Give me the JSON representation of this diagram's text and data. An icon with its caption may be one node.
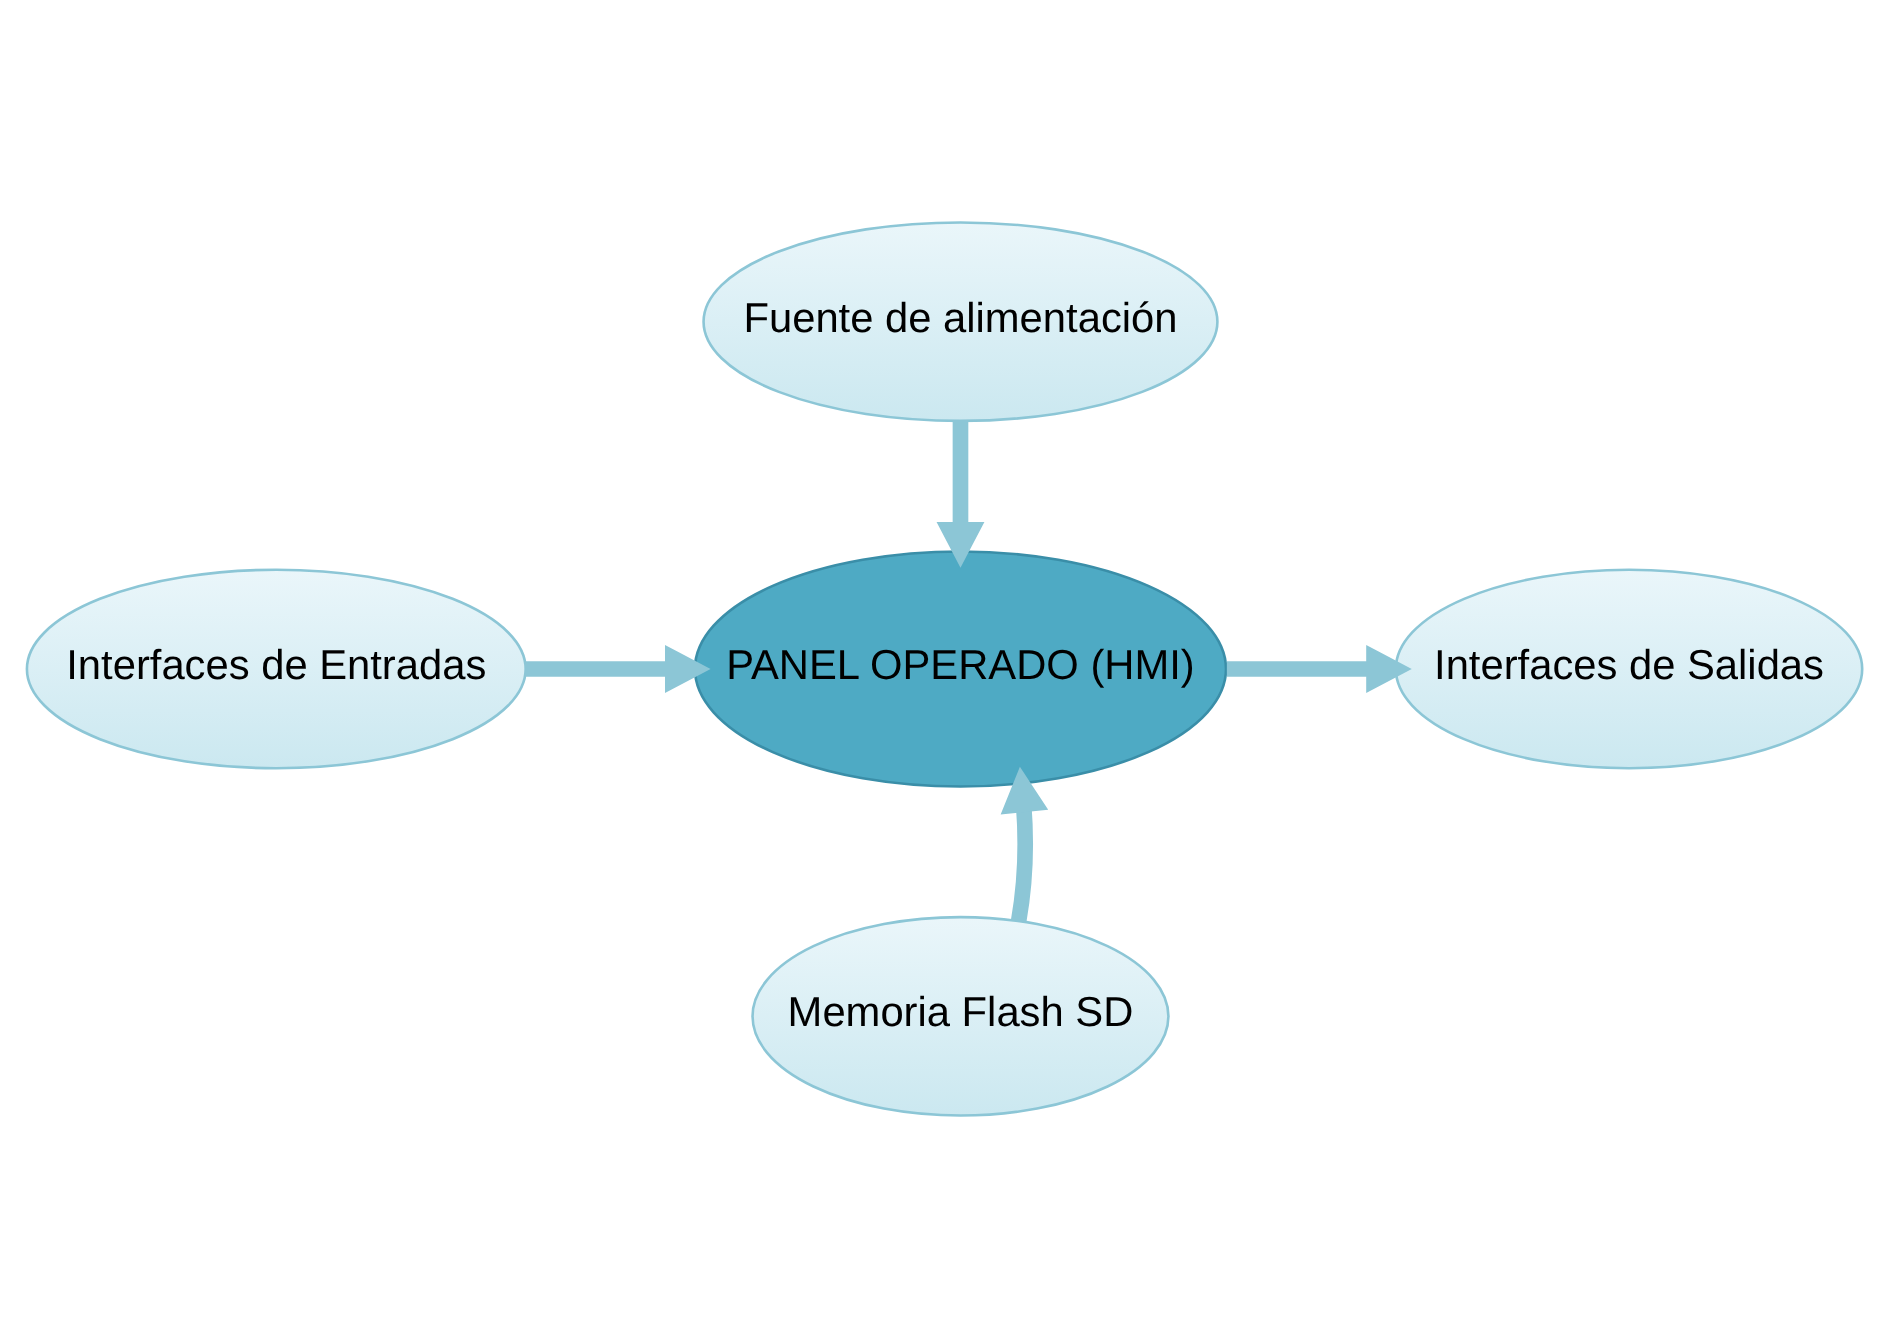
{
  "diagram": {
    "nodes": [
      {
        "text": [
          "Fuente de alimentación"
        ]
      },
      {
        "text": [
          "Interfaces de Entradas"
        ]
      },
      {
        "text": [
          "PANEL OPERADO (HMI)"
        ]
      },
      {
        "text": [
          "Interfaces de Salidas"
        ]
      },
      {
        "text": [
          "Memoria Flash SD"
        ]
      }
    ],
    "edges": [
      {
        "from": 0,
        "to": 2,
        "arrow": "to"
      },
      {
        "from": 1,
        "to": 2,
        "arrow": "to"
      },
      {
        "from": 2,
        "to": 3,
        "arrow": "to"
      },
      {
        "from": 4,
        "to": 2,
        "arrow": "to"
      }
    ]
  }
}
